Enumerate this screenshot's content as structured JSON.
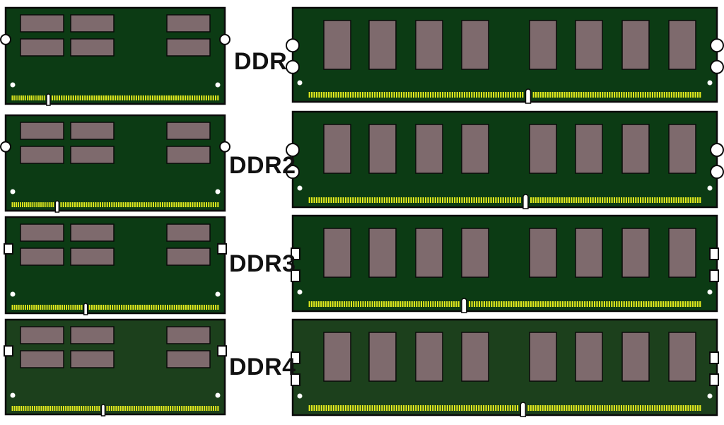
{
  "colors": {
    "pcb": "#0c3b14",
    "pcb_ddr4": "#1c401c",
    "outline": "#0a0a0a",
    "chip": "#7e6a6d",
    "contacts": "#e4ec1e",
    "label": "#111111"
  },
  "rows": [
    {
      "label": "DDR",
      "sodimm_notch": 0.195,
      "dimm_notch": 0.555,
      "side_notch": "round"
    },
    {
      "label": "DDR2",
      "sodimm_notch": 0.235,
      "dimm_notch": 0.549,
      "side_notch": "round"
    },
    {
      "label": "DDR3",
      "sodimm_notch": 0.365,
      "dimm_notch": 0.404,
      "side_notch": "square"
    },
    {
      "label": "DDR4",
      "sodimm_notch": 0.445,
      "dimm_notch": 0.543,
      "side_notch": "square"
    }
  ]
}
